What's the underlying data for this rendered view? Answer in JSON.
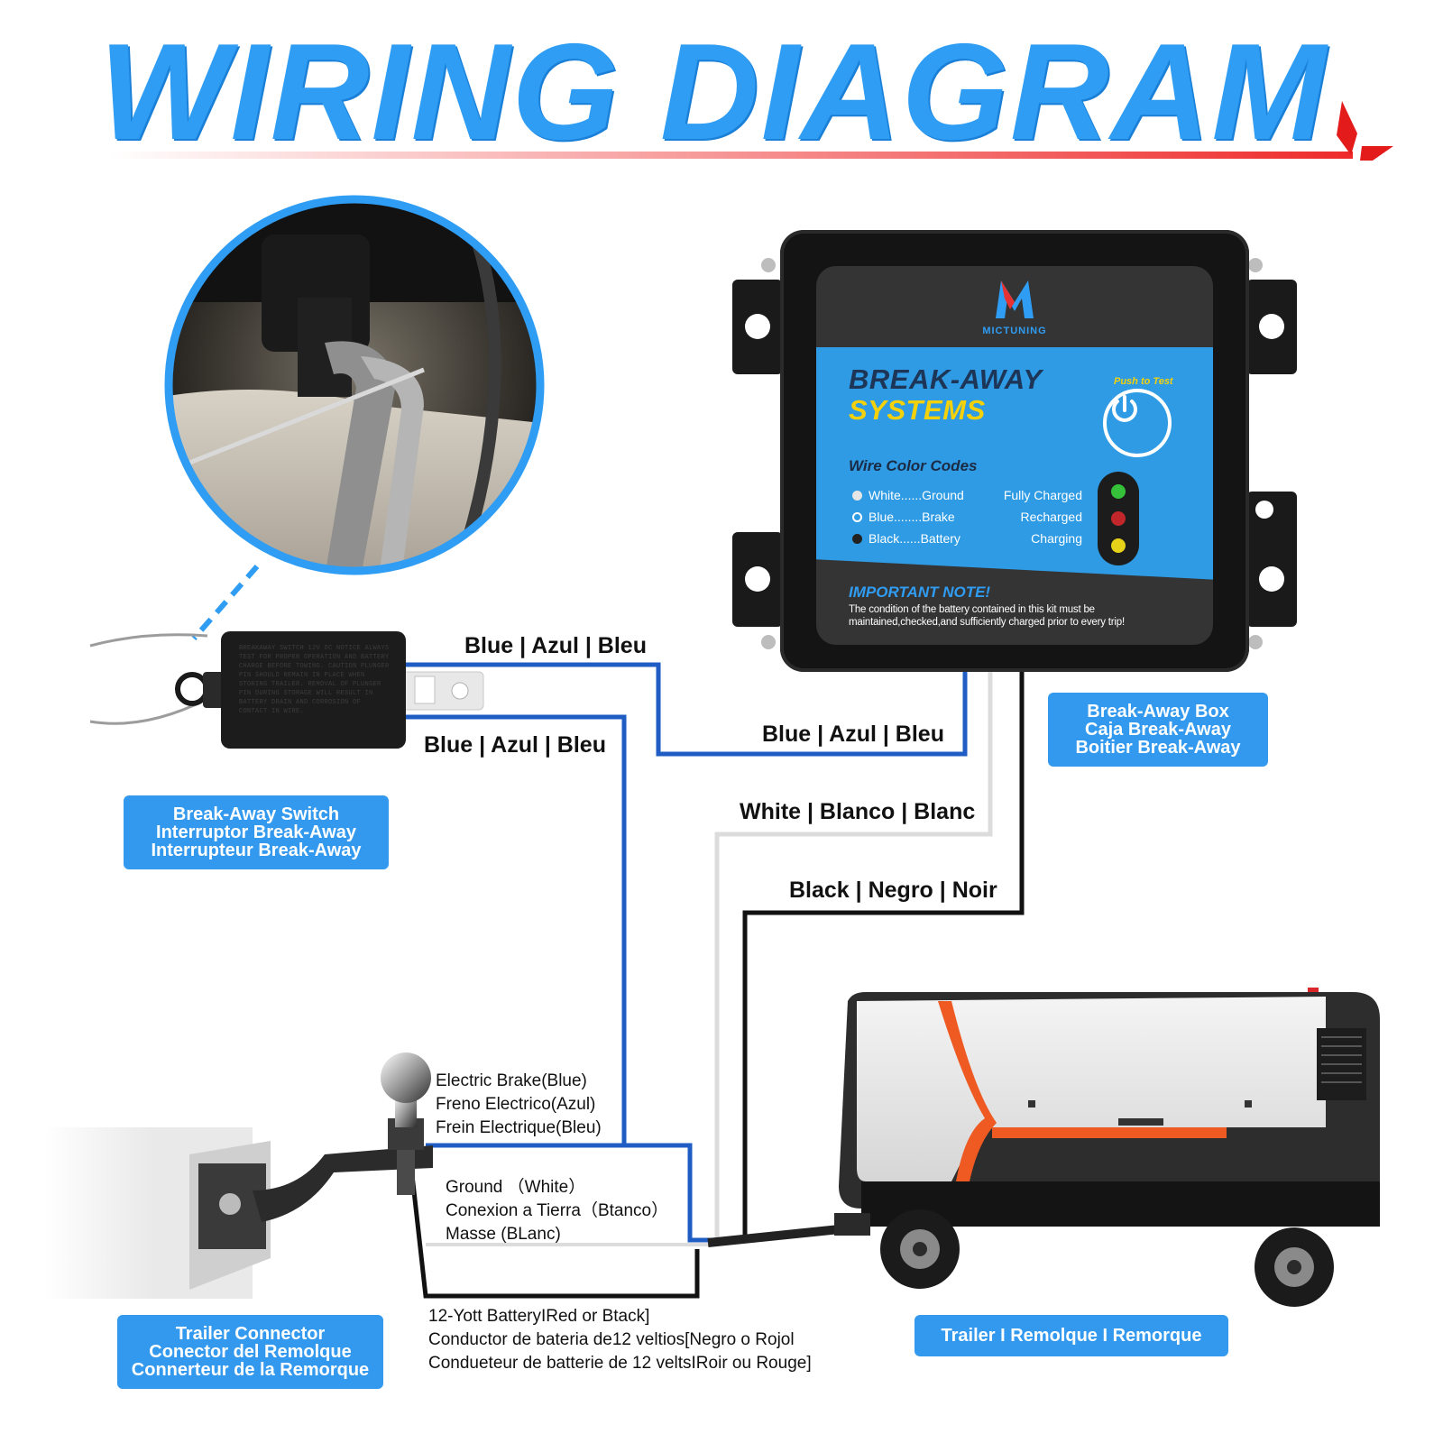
{
  "title": "WIRING DIAGRAM",
  "colors": {
    "accent_blue": "#2f9df4",
    "wire_blue": "#1f5cc4",
    "wire_white": "#e8e8e8",
    "wire_black": "#111111",
    "underline_red": "#ee2a2a",
    "tag_blue": "#3399ee"
  },
  "wire_labels": {
    "blue_top": "Blue | Azul | Bleu",
    "blue_lower": "Blue | Azul | Bleu",
    "blue_box": "Blue | Azul | Bleu",
    "white": "White | Blanco | Blanc",
    "black": "Black | Negro | Noir"
  },
  "tags": {
    "switch": [
      "Break-Away Switch",
      "Interruptor Break-Away",
      "Interrupteur Break-Away"
    ],
    "box": [
      "Break-Away Box",
      "Caja Break-Away",
      "Boitier Break-Away"
    ],
    "connector": [
      "Trailer Connector",
      "Conector del Remolque",
      "Connerteur de la Remorque"
    ],
    "trailer": "Trailer I Remolque I Remorque"
  },
  "notes": {
    "brake": [
      "Electric Brake(Blue)",
      "Freno Electrico(Azul)",
      "Frein Electrique(Bleu)"
    ],
    "ground": [
      "Ground （White）",
      "Conexion a Tierra（Btanco）",
      "Masse (BLanc)"
    ],
    "battery": [
      "12-Yott BatteryIRed or Btack]",
      "Conductor de bateria de12 veltios[Negro o Rojol",
      "Condueteur de batterie de 12 veltsIRoir ou Rouge]"
    ]
  },
  "box_panel": {
    "brand": "MICTUNING",
    "title_line1": "BREAK-AWAY",
    "title_line2": "SYSTEMS",
    "push_label": "Push to Test",
    "codes_heading": "Wire Color Codes",
    "codes": [
      "White......Ground",
      "Blue........Brake",
      "Black......Battery"
    ],
    "led_labels": [
      "Fully Charged",
      "Recharged",
      "Charging"
    ],
    "important_heading": "IMPORTANT NOTE!",
    "important_text": "The condition of the battery contained in this kit must be maintained,checked,and sufficiently charged prior to every trip!"
  },
  "switch_panel": {
    "text": "BREAKAWAY SWITCH 12V DC NOTICE ALWAYS TEST FOR PROPER OPERATION AND BATTERY CHARGE BEFORE TOWING. CAUTION PLUNGER PIN SHOULD REMAIN IN PLACE WHEN STORING TRAILER. REMOVAL OF PLUNGER PIN DURING STORAGE WILL RESULT IN BATTERY DRAIN AND CORROSION OF CONTACT IN WIRE."
  },
  "icons": [
    "mictuning-logo-icon",
    "power-icon",
    "led-green-icon",
    "led-red-icon",
    "led-yellow-icon",
    "hitch-ball-icon",
    "trailer-wheel-icon"
  ]
}
